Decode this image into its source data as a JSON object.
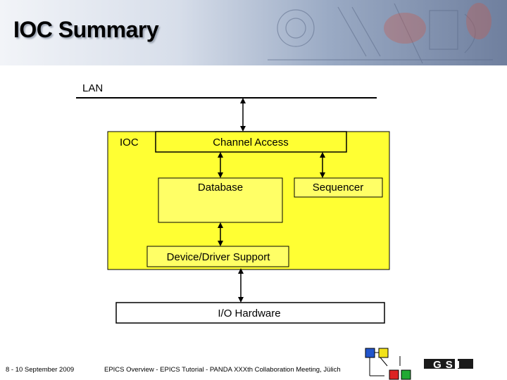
{
  "slide": {
    "title": "IOC Summary",
    "footer_date": "8 - 10 September 2009",
    "footer_text": "EPICS Overview - EPICS Tutorial - PANDA XXXth Collaboration Meeting, Jülich"
  },
  "diagram": {
    "lan_label": "LAN",
    "ioc_label": "IOC",
    "channel_access": "Channel Access",
    "database": "Database",
    "sequencer": "Sequencer",
    "device_driver_support": "Device/Driver Support",
    "io_hardware": "I/O Hardware"
  },
  "logo": {
    "text": "GSI",
    "colors": [
      "#2255cc",
      "#f2e21a",
      "#dd2222",
      "#22aa33"
    ]
  },
  "colors": {
    "ioc_fill": "#ffff33",
    "box_fill": "#ffff66"
  }
}
